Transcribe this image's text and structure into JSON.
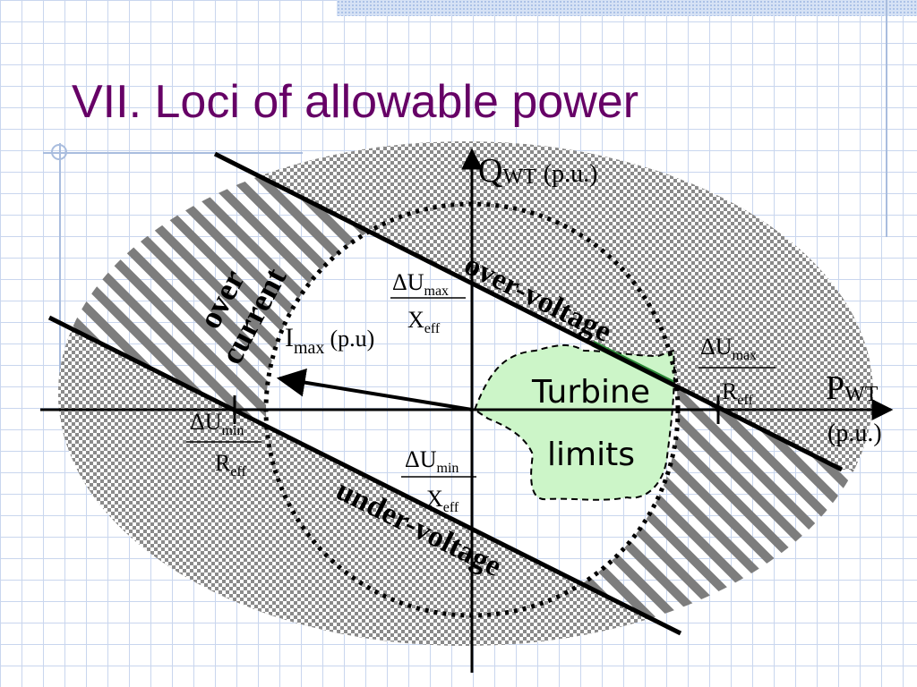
{
  "slide": {
    "title": "VII. Loci of allowable power"
  },
  "axes": {
    "q_axis": {
      "symbol": "Q",
      "subscript": "WT",
      "unit": "(p.u.)"
    },
    "p_axis": {
      "symbol": "P",
      "subscript": "WT",
      "unit": "(p.u.)"
    }
  },
  "regions": {
    "over_current": [
      "over",
      "current"
    ],
    "over_voltage": "over-voltage",
    "under_voltage": "under-voltage",
    "turbine_limits": [
      "Turbine",
      "limits"
    ]
  },
  "current_vector": {
    "symbol": "I",
    "subscript": "max",
    "unit": "(p.u)"
  },
  "intercepts": {
    "q_over": {
      "num": "ΔU",
      "num_sub": "max",
      "den": "X",
      "den_sub": "eff"
    },
    "q_under": {
      "num": "ΔU",
      "num_sub": "min",
      "den": "X",
      "den_sub": "eff"
    },
    "p_over": {
      "num": "ΔU",
      "num_sub": "max",
      "den": "R",
      "den_sub": "eff"
    },
    "p_under": {
      "num": "ΔU",
      "num_sub": "min",
      "den": "R",
      "den_sub": "eff"
    }
  },
  "colors": {
    "title": "#660066",
    "turbine_fill": "#ccf5c8",
    "over_voltage_highlight": "#2e8b3a",
    "hatch": "#7d7d7d"
  }
}
